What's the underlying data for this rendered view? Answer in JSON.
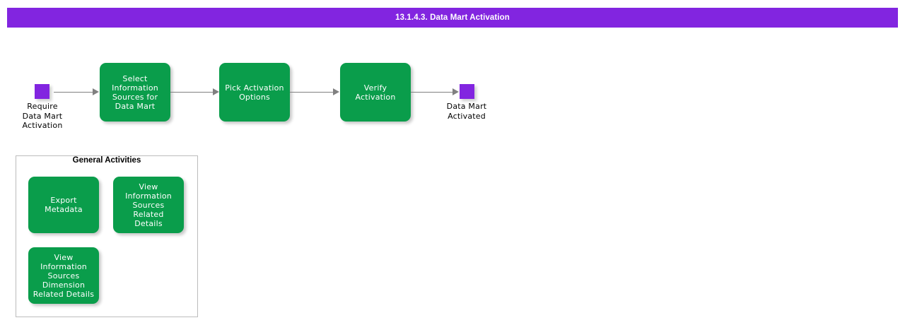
{
  "header": {
    "title": "13.1.4.3. Data Mart Activation",
    "background_color": "#8225e0",
    "text_color": "#ffffff"
  },
  "colors": {
    "activity_green": "#0a9d4b",
    "terminator_purple": "#8225e0",
    "connector_gray": "#808080",
    "panel_border": "#bcbcbc",
    "canvas_background": "#ffffff"
  },
  "flow": {
    "start": {
      "name": "start-terminator",
      "label": "Require\nData Mart\nActivation",
      "label_lines": [
        "Require",
        "Data Mart",
        "Activation"
      ]
    },
    "end": {
      "name": "end-terminator",
      "label": "Data Mart\nActivated",
      "label_lines": [
        "Data Mart",
        "Activated"
      ]
    },
    "steps": [
      {
        "id": "select-information-sources-for-data-mart",
        "label_lines": [
          "Select",
          "Information",
          "Sources for",
          "Data Mart"
        ]
      },
      {
        "id": "pick-activation-options",
        "label_lines": [
          "Pick Activation",
          "Options"
        ]
      },
      {
        "id": "verify-activation",
        "label_lines": [
          "Verify Activation"
        ]
      }
    ]
  },
  "general_activities": {
    "title": "General Activities",
    "items": [
      {
        "id": "export-metadata",
        "label_lines": [
          "Export Metadata"
        ]
      },
      {
        "id": "view-information-sources-related-details",
        "label_lines": [
          "View",
          "Information",
          "Sources Related",
          "Details"
        ]
      },
      {
        "id": "view-information-sources-dimension-related-details",
        "label_lines": [
          "View",
          "Information",
          "Sources",
          "Dimension",
          "Related Details"
        ]
      }
    ]
  }
}
